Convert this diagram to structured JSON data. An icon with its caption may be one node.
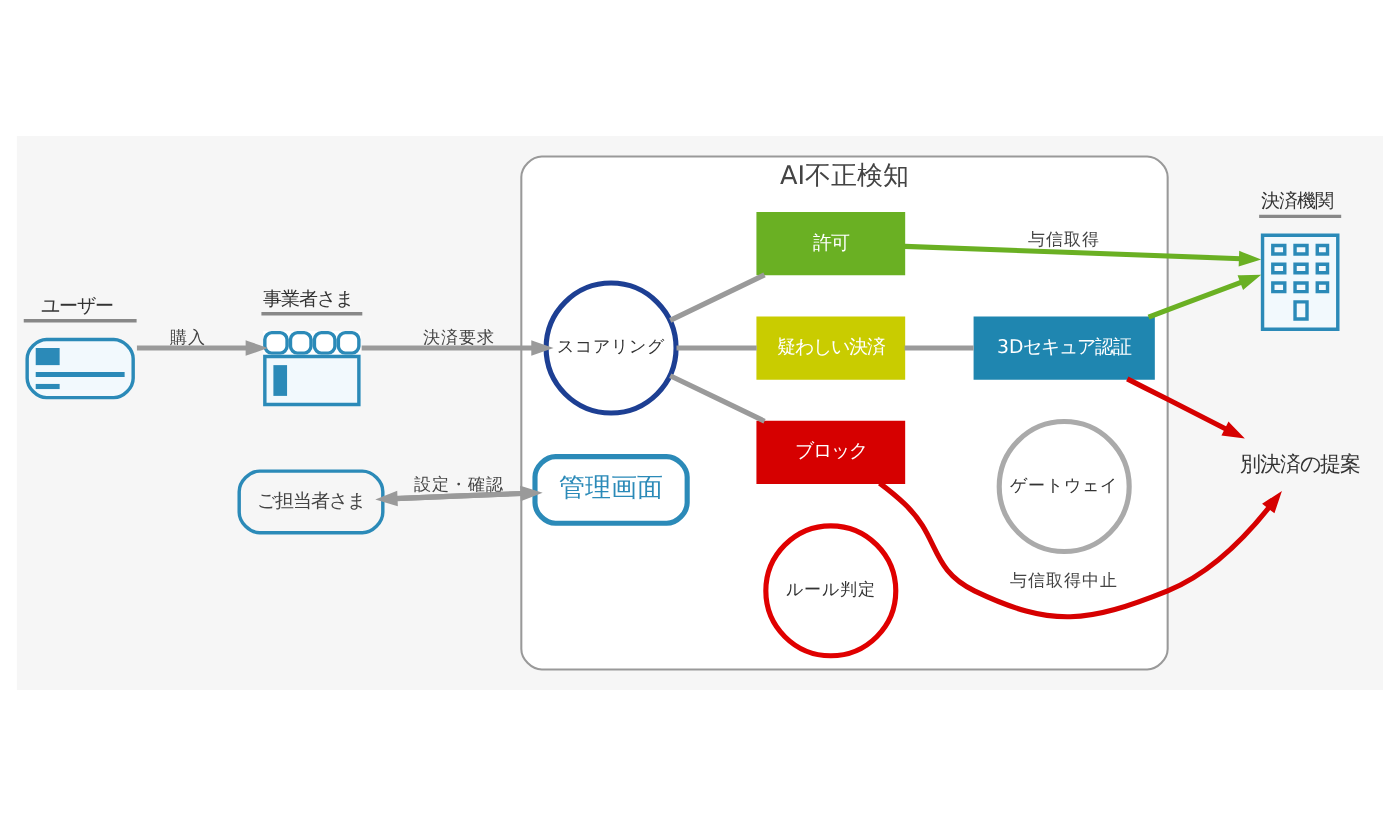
{
  "diagram": {
    "nodes": [
      {
        "text": [],
        "shape": "picture",
        "beside": [
          "ユーザー"
        ]
      },
      {
        "text": [],
        "shape": "picture",
        "beside": [
          "事業者さま"
        ]
      },
      {
        "text": [
          "AI不正検知"
        ]
      },
      {
        "text": [
          "スコアリング"
        ],
        "in": 2
      },
      {
        "text": [
          "ルール判定"
        ],
        "in": 2
      },
      {
        "text": [
          "ゲートウェイ"
        ],
        "in": 2
      },
      {
        "text": [],
        "shape": "picture",
        "beside": [
          "決済機関"
        ]
      },
      {
        "text": [
          "ご担当者さま"
        ]
      },
      {
        "text": [
          "許可"
        ],
        "in": 2
      },
      {
        "text": [
          "疑わしい決済"
        ],
        "in": 2
      },
      {
        "text": [
          "3Dセキュア認証"
        ],
        "in": 2
      },
      {
        "text": [
          "ブロック"
        ],
        "in": 2
      },
      {
        "text": [
          "別決済の提案"
        ]
      },
      {
        "text": [
          "管理画面"
        ],
        "in": 2
      }
    ],
    "edges": [
      {
        "from": 0,
        "to": 1,
        "arrow": "to",
        "label": "購入"
      },
      {
        "from": 1,
        "to": 3,
        "arrow": "to",
        "label": "決済要求"
      },
      {
        "from": 3,
        "to": 8,
        "arrow": "none"
      },
      {
        "from": 3,
        "to": 9,
        "arrow": "none"
      },
      {
        "from": 3,
        "to": 11,
        "arrow": "none"
      },
      {
        "from": 9,
        "to": 10,
        "arrow": "none"
      },
      {
        "from": 8,
        "to": 6,
        "arrow": "to",
        "label": "与信取得",
        "color": "#6ab023"
      },
      {
        "from": 10,
        "to": 6,
        "arrow": "to",
        "color": "#6ab023"
      },
      {
        "from": 11,
        "to": 12,
        "arrow": "to",
        "label": "与信取得中止",
        "color": "#d60000"
      },
      {
        "from": 10,
        "to": 12,
        "arrow": "to",
        "color": "#d60000"
      },
      {
        "from": 7,
        "to": 13,
        "arrow": "to",
        "label": "設定・確認"
      },
      {
        "from": 13,
        "to": 7,
        "arrow": "to"
      }
    ]
  }
}
